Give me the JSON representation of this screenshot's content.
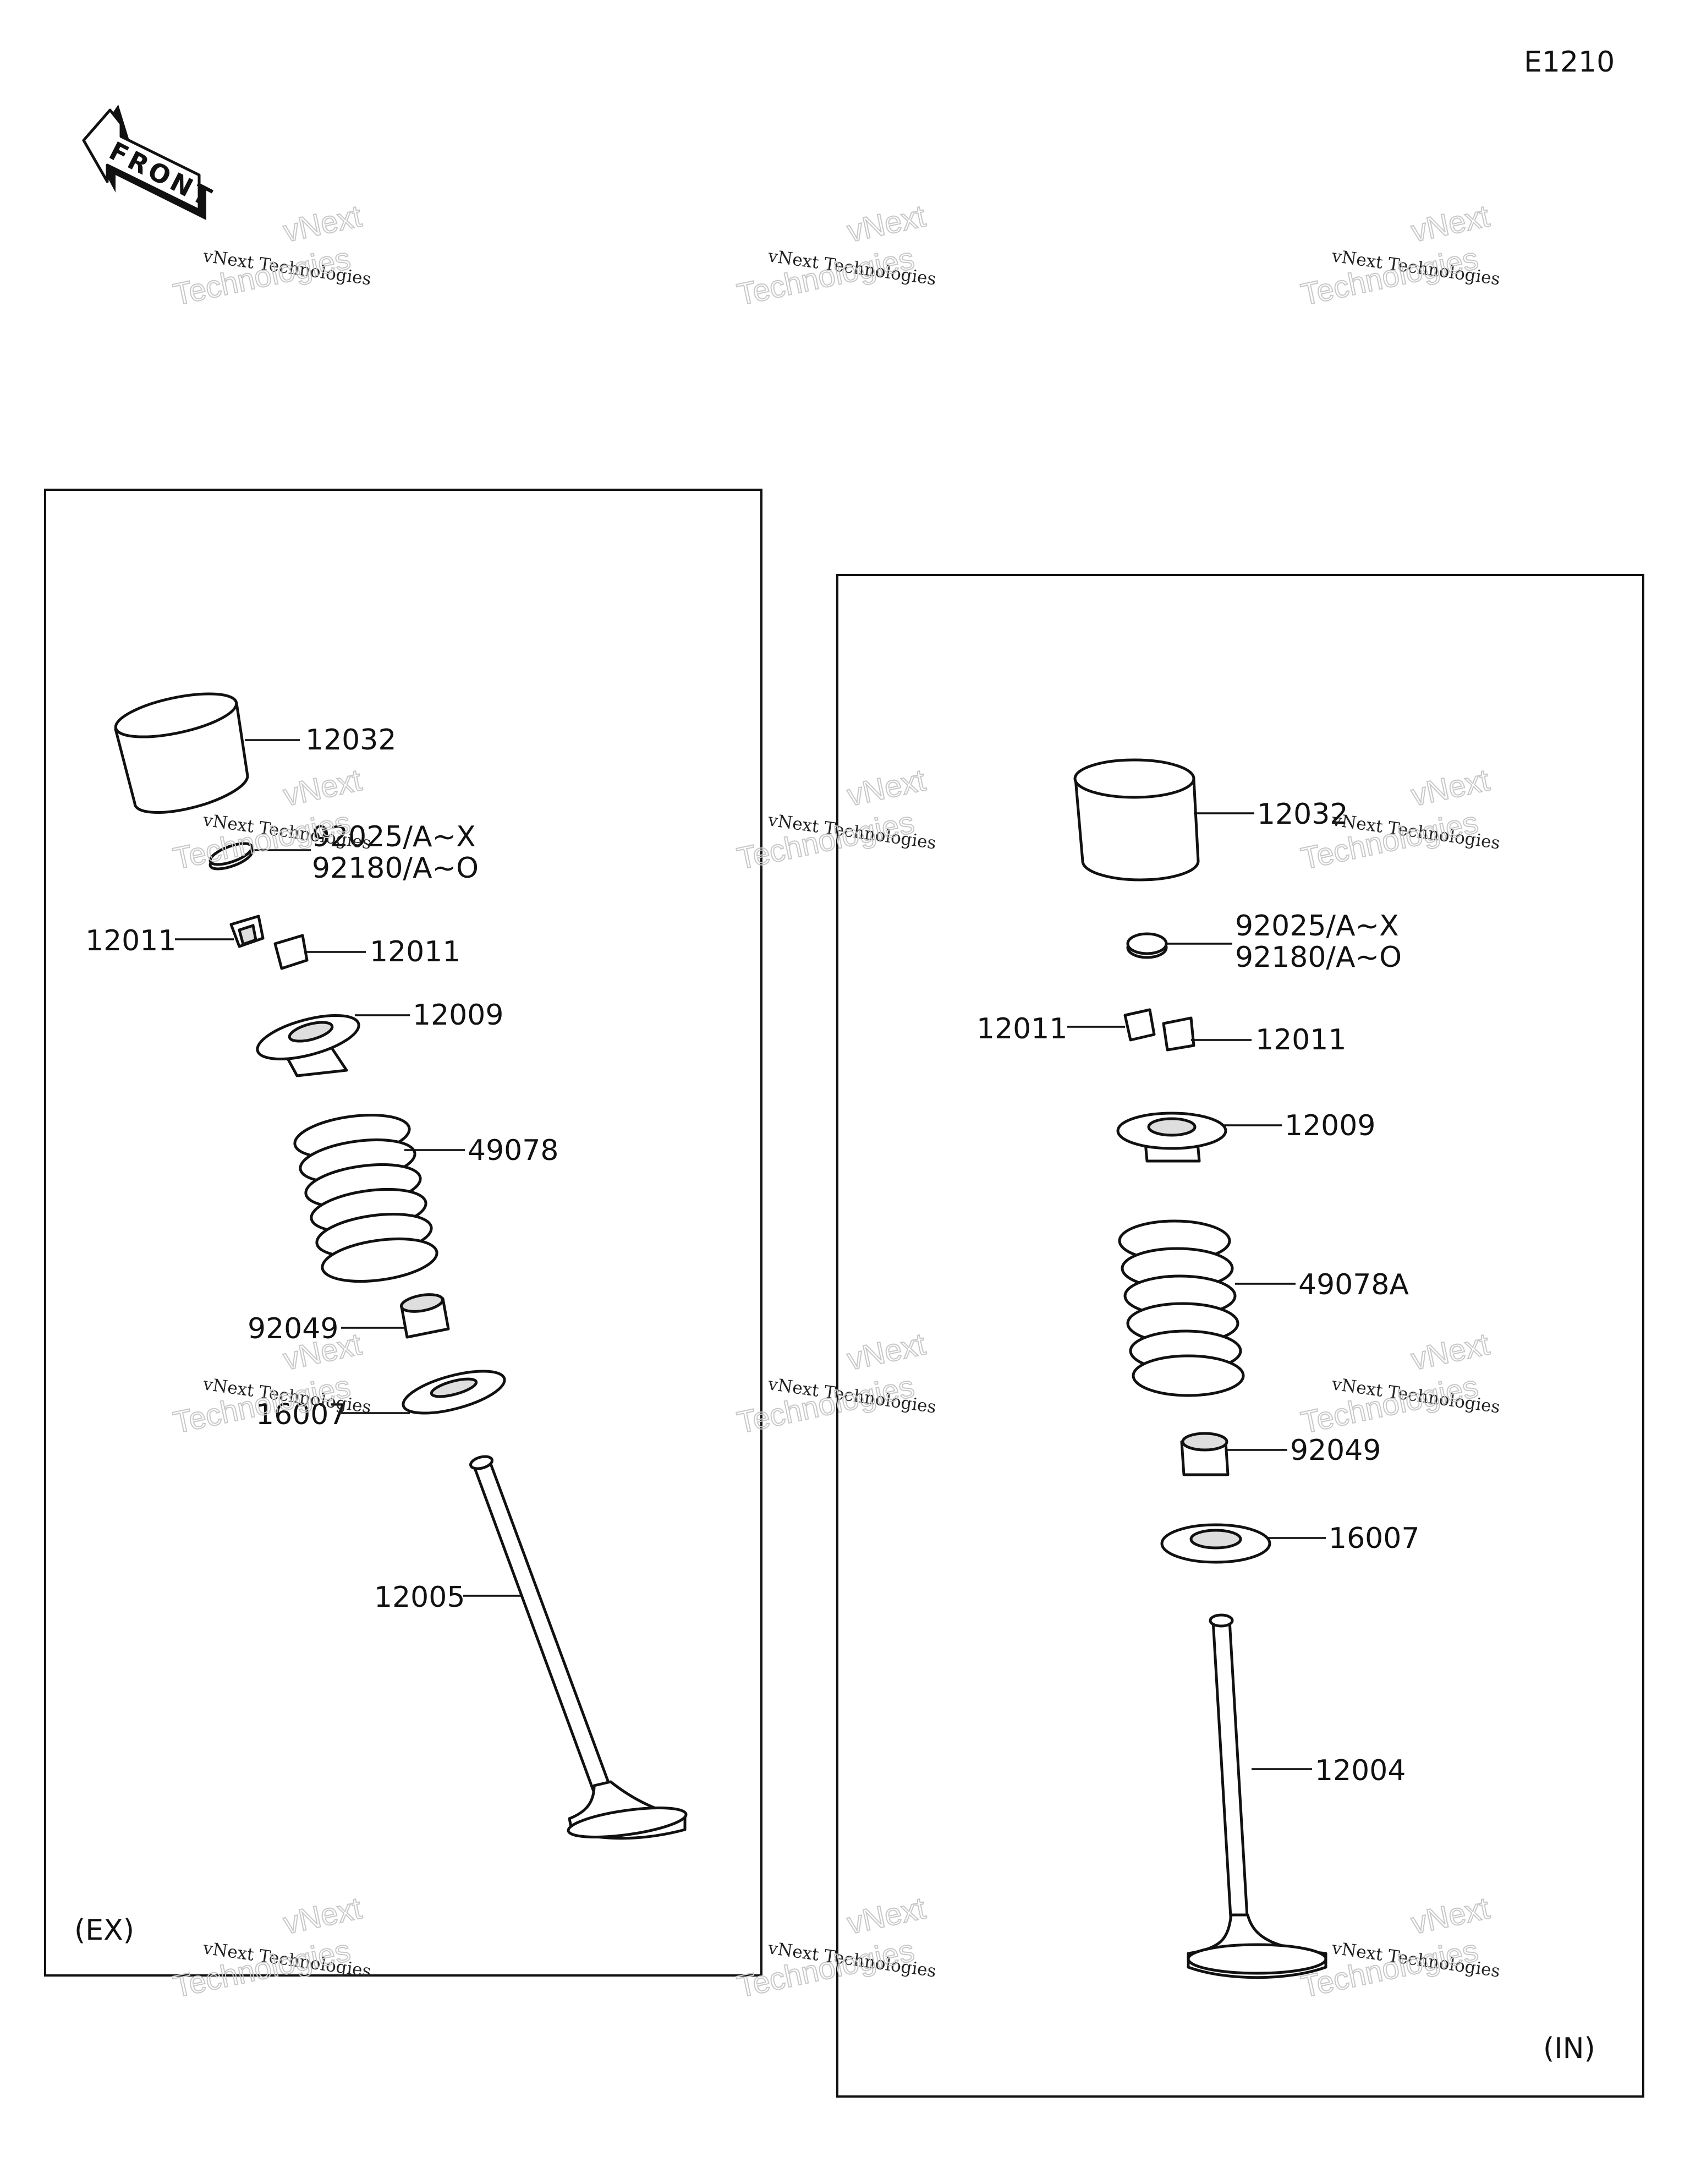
{
  "diagram_code": "E1210",
  "front_label": "FRONT",
  "watermark": {
    "line1": "vNext Technologies",
    "line2a": "vNext",
    "line2b": "Technologies"
  },
  "ex": {
    "section_label": "(EX)",
    "labels": {
      "tappet": "12032",
      "shim_a": "92025/A~X",
      "shim_b": "92180/A~O",
      "cotter_left": "12011",
      "cotter_right": "12011",
      "retainer": "12009",
      "spring": "49078",
      "seal": "92049",
      "seat": "16007",
      "valve": "12005"
    }
  },
  "in": {
    "section_label": "(IN)",
    "labels": {
      "tappet": "12032",
      "shim_a": "92025/A~X",
      "shim_b": "92180/A~O",
      "cotter_left": "12011",
      "cotter_right": "12011",
      "retainer": "12009",
      "spring": "49078A",
      "seal": "92049",
      "seat": "16007",
      "valve": "12004"
    }
  }
}
